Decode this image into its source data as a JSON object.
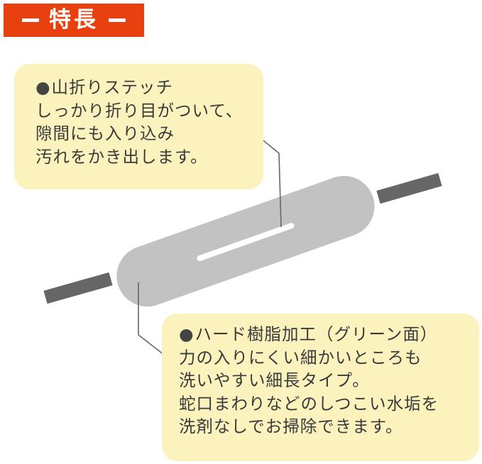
{
  "title": {
    "label": "特長",
    "dash_left": "—",
    "dash_right": "—",
    "background_color": "#e8410f"
  },
  "callouts": [
    {
      "id": "mountain-fold-stitch",
      "bullet": "●",
      "heading": "山折りステッチ",
      "lines": [
        "しっかり折り目がついて、",
        "隙間にも入り込み",
        "汚れをかき出します。"
      ]
    },
    {
      "id": "hard-resin-coating",
      "bullet": "●",
      "heading": "ハード樹脂加工（グリーン面）",
      "lines": [
        "力の入りにくい細かいところも",
        "洗いやすい細長タイプ。",
        "蛇口まわりなどのしつこい水垢を",
        "洗剤なしでお掃除できます。"
      ]
    }
  ],
  "illustration": {
    "subject": "elongated-sponge-on-rod",
    "sponge_color": "#c2c2c2",
    "handle_color": "#666666",
    "stitch_color": "#ffffff",
    "leader_line_color": "#666666",
    "callout_background": "#fbf2bd"
  }
}
